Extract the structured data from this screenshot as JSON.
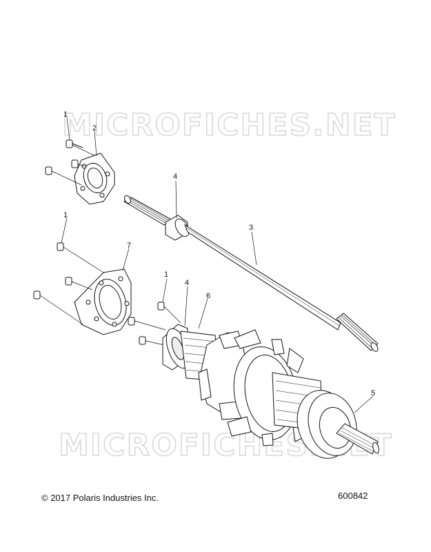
{
  "watermark": {
    "top": "MICROFICHES.NET",
    "bottom": "MICROFICHES.NET"
  },
  "callouts": {
    "c1a": "1",
    "c2": "2",
    "c1b": "1",
    "c7": "7",
    "c4a": "4",
    "c3": "3",
    "c1c": "1",
    "c4b": "4",
    "c6": "6",
    "c5": "5"
  },
  "footer": {
    "copyright": "© 2017 Polaris Industries Inc.",
    "figure_number": "600842"
  }
}
